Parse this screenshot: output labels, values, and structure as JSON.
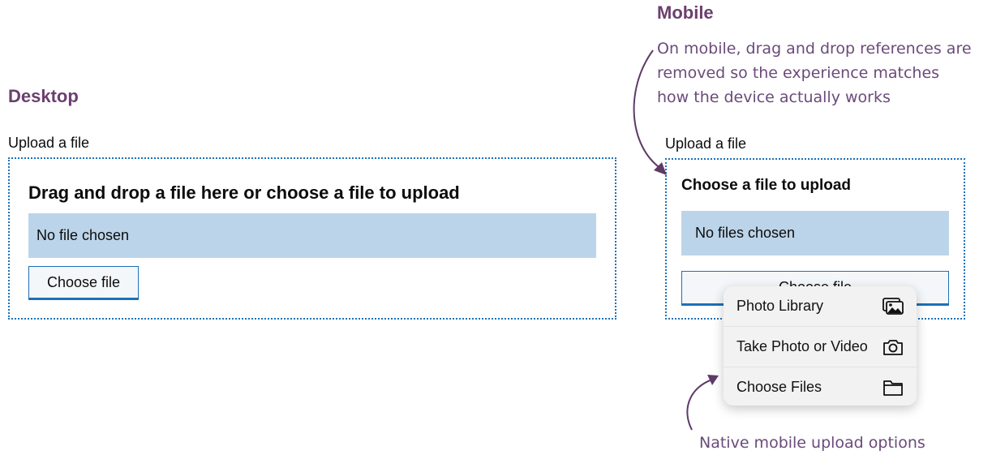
{
  "desktop": {
    "heading": "Desktop",
    "label": "Upload a file",
    "title": "Drag and drop a file here or choose a file to upload",
    "status": "No file chosen",
    "button": "Choose file"
  },
  "mobile": {
    "heading": "Mobile",
    "note_lines": [
      "On mobile, drag and drop references are",
      "removed so the experience matches",
      "how the device actually works"
    ],
    "label": "Upload a file",
    "title": "Choose a file to upload",
    "status": "No files chosen",
    "button": "Choose file",
    "menu": [
      {
        "label": "Photo Library",
        "icon": "photo-library-icon"
      },
      {
        "label": "Take Photo or Video",
        "icon": "camera-icon"
      },
      {
        "label": "Choose Files",
        "icon": "folder-icon"
      }
    ],
    "menu_note": "Native mobile upload options"
  },
  "colors": {
    "accent": "#1d70b8",
    "heading": "#6b3f6e",
    "status_bg": "#bcd4e9"
  }
}
